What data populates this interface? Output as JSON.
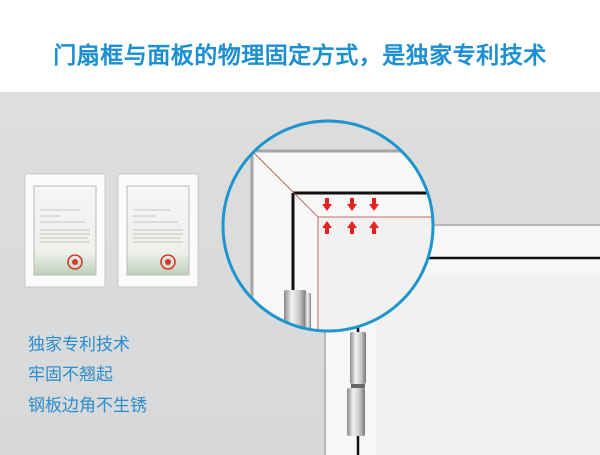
{
  "header": {
    "title": "门扇框与面板的物理固定方式，是独家专利技术"
  },
  "features": [
    "独家专利技术",
    "牢固不翘起",
    "钢板边角不生锈"
  ],
  "colors": {
    "title": "#1b8fd2",
    "feature_text": "#2a8dcd",
    "magnifier_ring": "#1e95cf",
    "arrows": "#e8211d",
    "background": "#dcdcdc"
  }
}
